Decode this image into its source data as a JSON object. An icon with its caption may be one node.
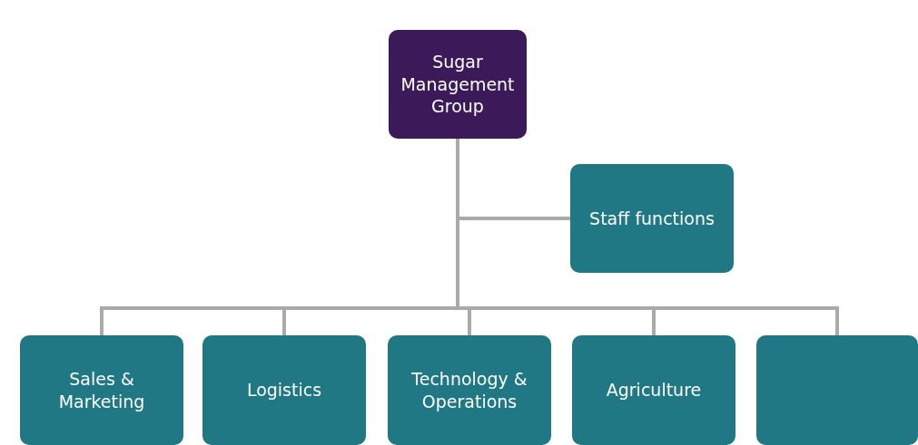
{
  "diagram": {
    "nodes": [
      {
        "text": [
          "Sugar Management Group"
        ]
      },
      {
        "text": [
          "Staff functions"
        ]
      },
      {
        "text": [
          "Sales & Marketing"
        ]
      },
      {
        "text": [
          "Logistics"
        ]
      },
      {
        "text": [
          "Technology & Operations"
        ]
      },
      {
        "text": [
          "Agriculture"
        ]
      },
      {
        "text": [],
        "shape": "box"
      }
    ],
    "edges": [
      {
        "from": 0,
        "to": 1,
        "arrow": "none"
      },
      {
        "from": 0,
        "to": 2,
        "arrow": "none"
      },
      {
        "from": 0,
        "to": 3,
        "arrow": "none"
      },
      {
        "from": 0,
        "to": 4,
        "arrow": "none"
      },
      {
        "from": 0,
        "to": 5,
        "arrow": "none"
      },
      {
        "from": 0,
        "to": 6,
        "arrow": "none"
      }
    ]
  }
}
